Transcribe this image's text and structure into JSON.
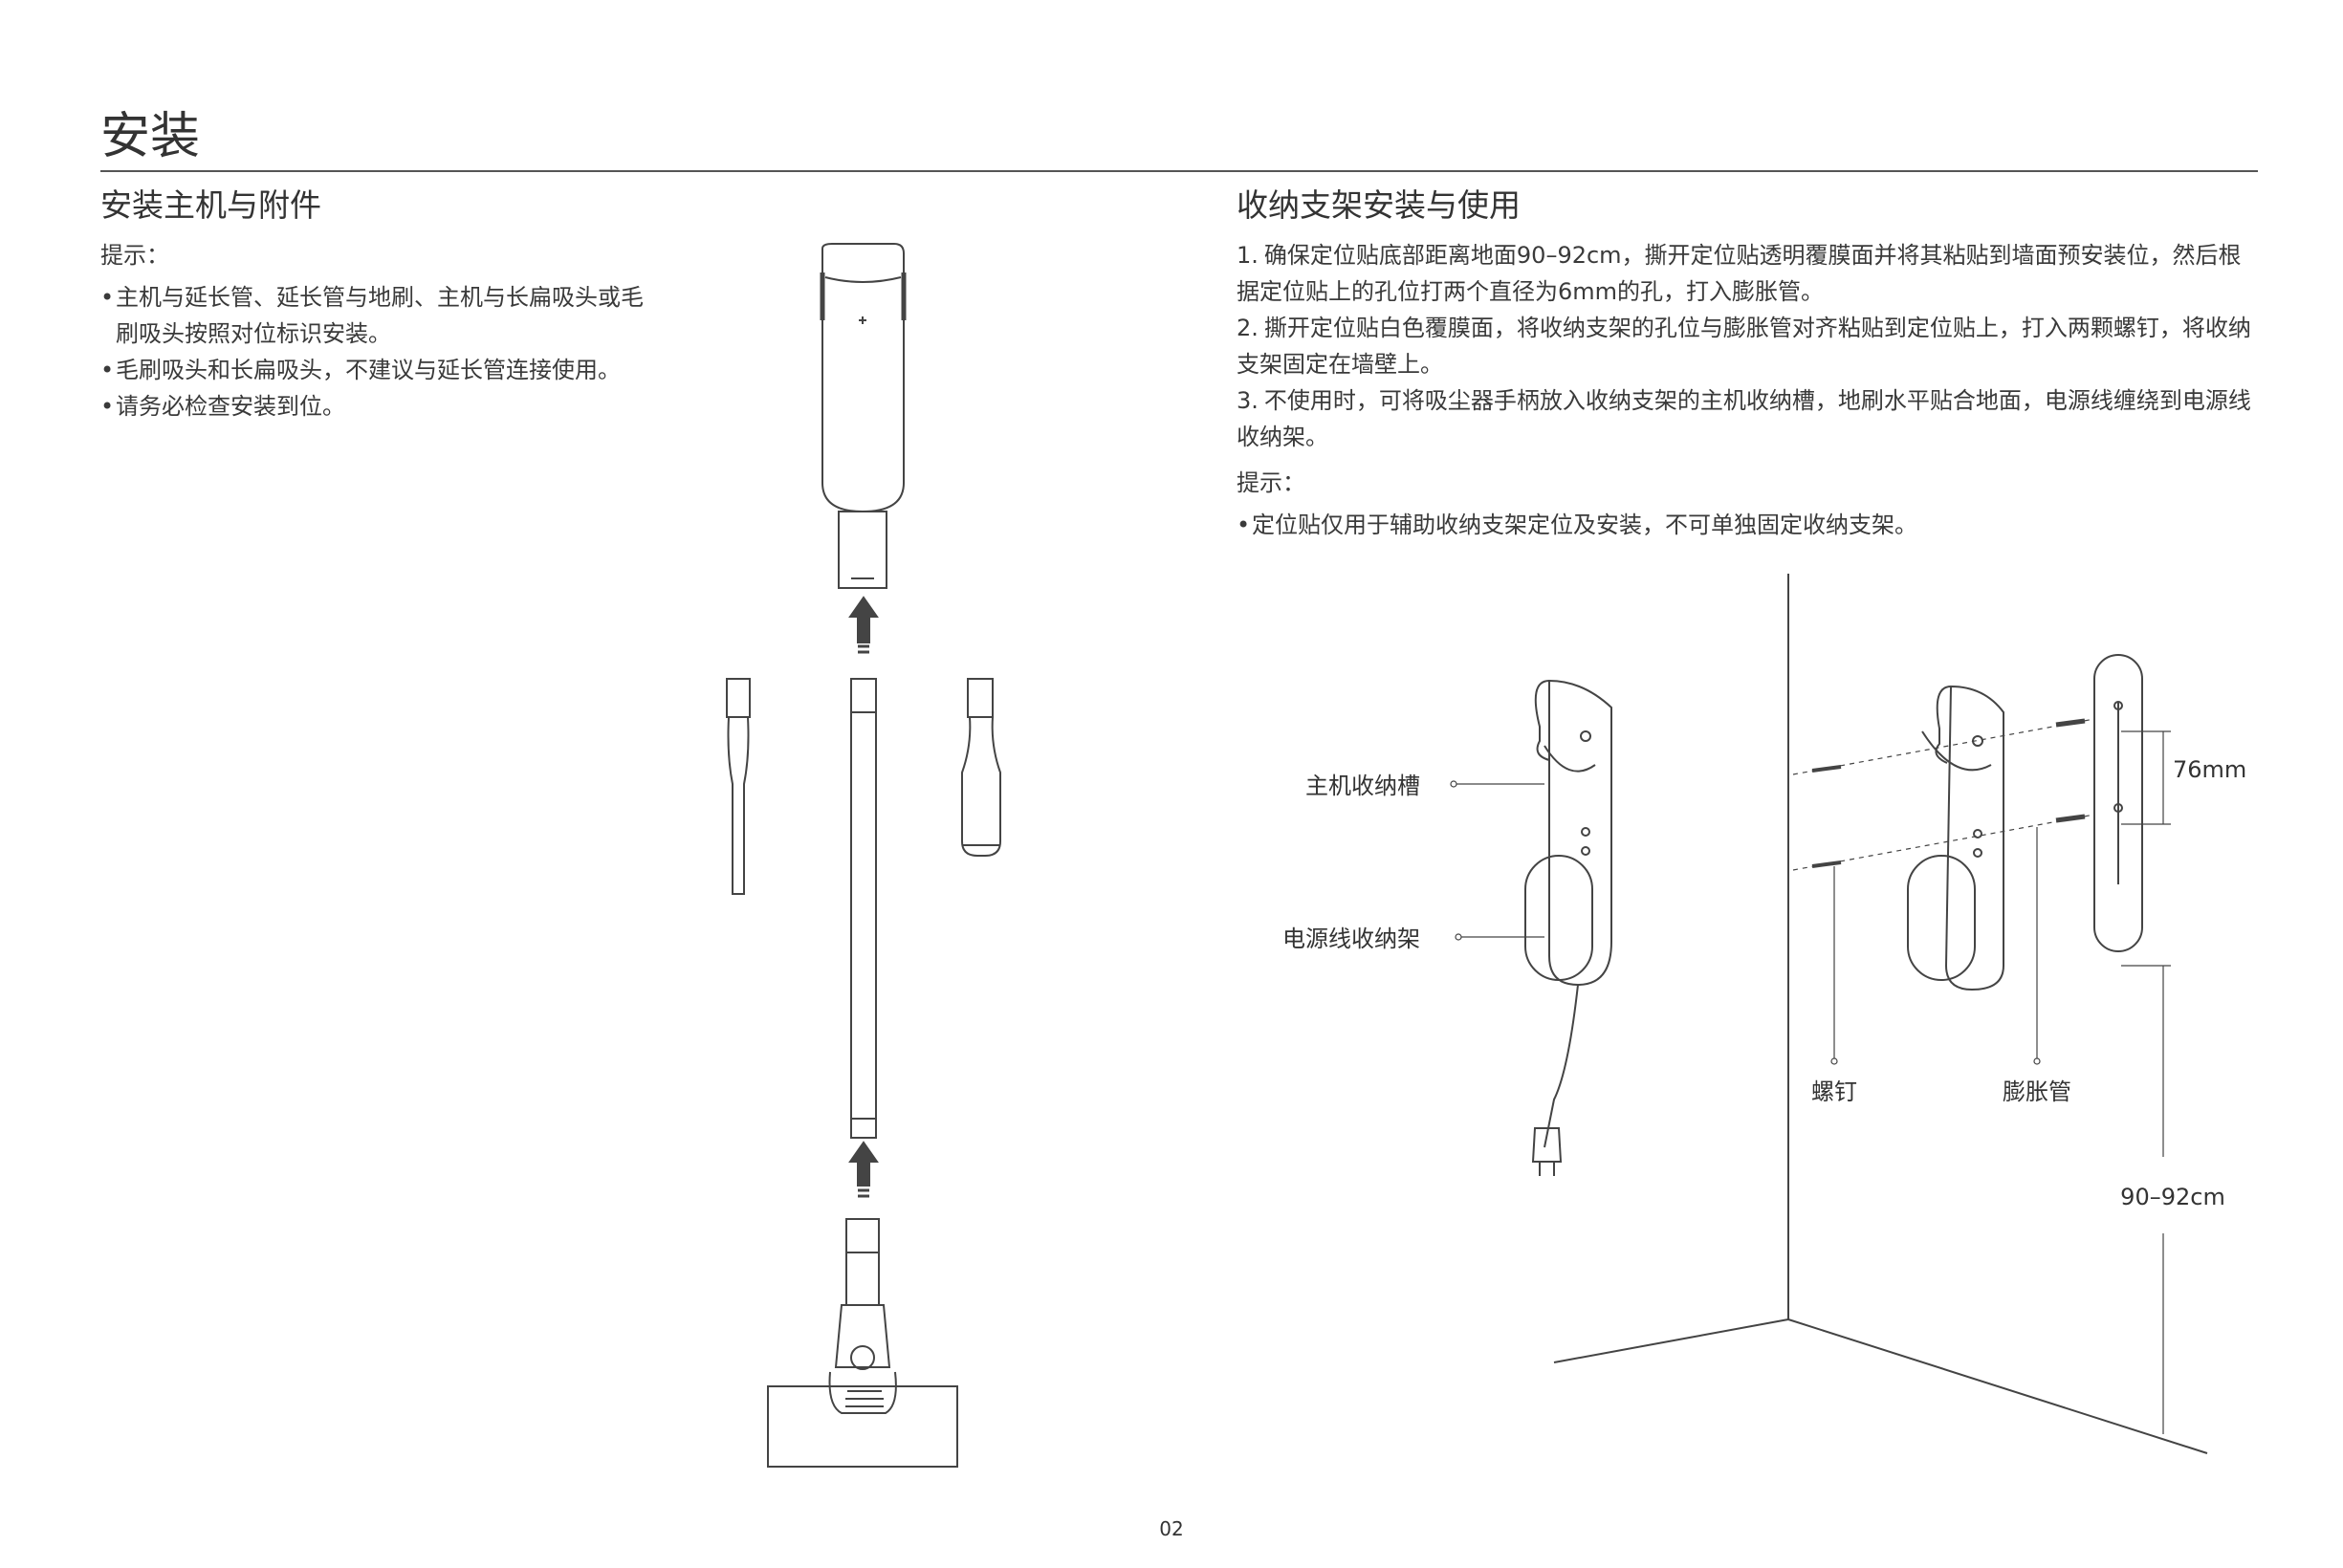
{
  "page": {
    "title": "安装",
    "page_number": "02"
  },
  "left": {
    "heading": "安装主机与附件",
    "hint_label": "提示：",
    "bullets": [
      "主机与延长管、延长管与地刷、主机与长扁吸头或毛刷吸头按照对位标识安装。",
      "毛刷吸头和长扁吸头，不建议与延长管连接使用。",
      "请务必检查安装到位。"
    ]
  },
  "right": {
    "heading": "收纳支架安装与使用",
    "steps": [
      {
        "num": "1.",
        "text": "确保定位贴底部距离地面90–92cm，撕开定位贴透明覆膜面并将其粘贴到墙面预安装位，然后根据定位贴上的孔位打两个直径为6mm的孔，打入膨胀管。"
      },
      {
        "num": "2.",
        "text": "撕开定位贴白色覆膜面，将收纳支架的孔位与膨胀管对齐粘贴到定位贴上，打入两颗螺钉，将收纳支架固定在墙壁上。"
      },
      {
        "num": "3.",
        "text": "不使用时，可将吸尘器手柄放入收纳支架的主机收纳槽，地刷水平贴合地面，电源线缠绕到电源线收纳架。"
      }
    ],
    "hint_label": "提示：",
    "bullets": [
      "定位贴仅用于辅助收纳支架定位及安装，不可单独固定收纳支架。"
    ]
  },
  "diagram": {
    "label_host_slot": "主机收纳槽",
    "label_cord_rack": "电源线收纳架",
    "label_screw": "螺钉",
    "label_anchor": "膨胀管",
    "label_hole_spacing": "76mm",
    "label_height": "90–92cm"
  }
}
